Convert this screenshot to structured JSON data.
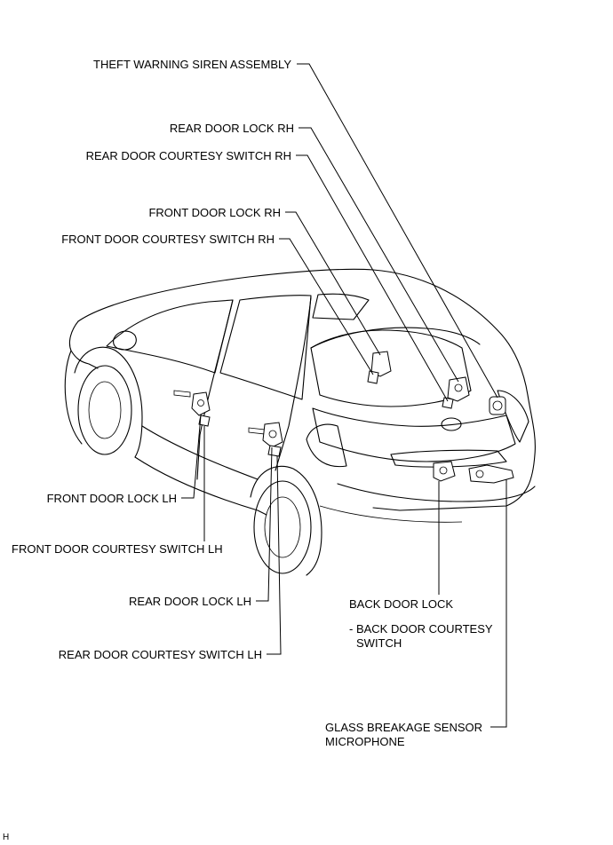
{
  "labels": {
    "theft_warning_siren": "THEFT WARNING SIREN ASSEMBLY",
    "rear_door_lock_rh": "REAR DOOR LOCK RH",
    "rear_door_courtesy_rh": "REAR DOOR COURTESY SWITCH RH",
    "front_door_lock_rh": "FRONT DOOR LOCK RH",
    "front_door_courtesy_rh": "FRONT DOOR COURTESY SWITCH RH",
    "front_door_lock_lh": "FRONT DOOR LOCK LH",
    "front_door_courtesy_lh": "FRONT DOOR COURTESY SWITCH LH",
    "rear_door_lock_lh": "REAR DOOR LOCK LH",
    "rear_door_courtesy_lh": "REAR DOOR COURTESY SWITCH LH",
    "back_door_lock": "BACK DOOR LOCK",
    "back_door_courtesy_line1": "- BACK DOOR COURTESY",
    "back_door_courtesy_line2": "SWITCH",
    "glass_breakage_line1": "GLASS BREAKAGE SENSOR",
    "glass_breakage_line2": "MICROPHONE"
  },
  "figure_code": "H"
}
